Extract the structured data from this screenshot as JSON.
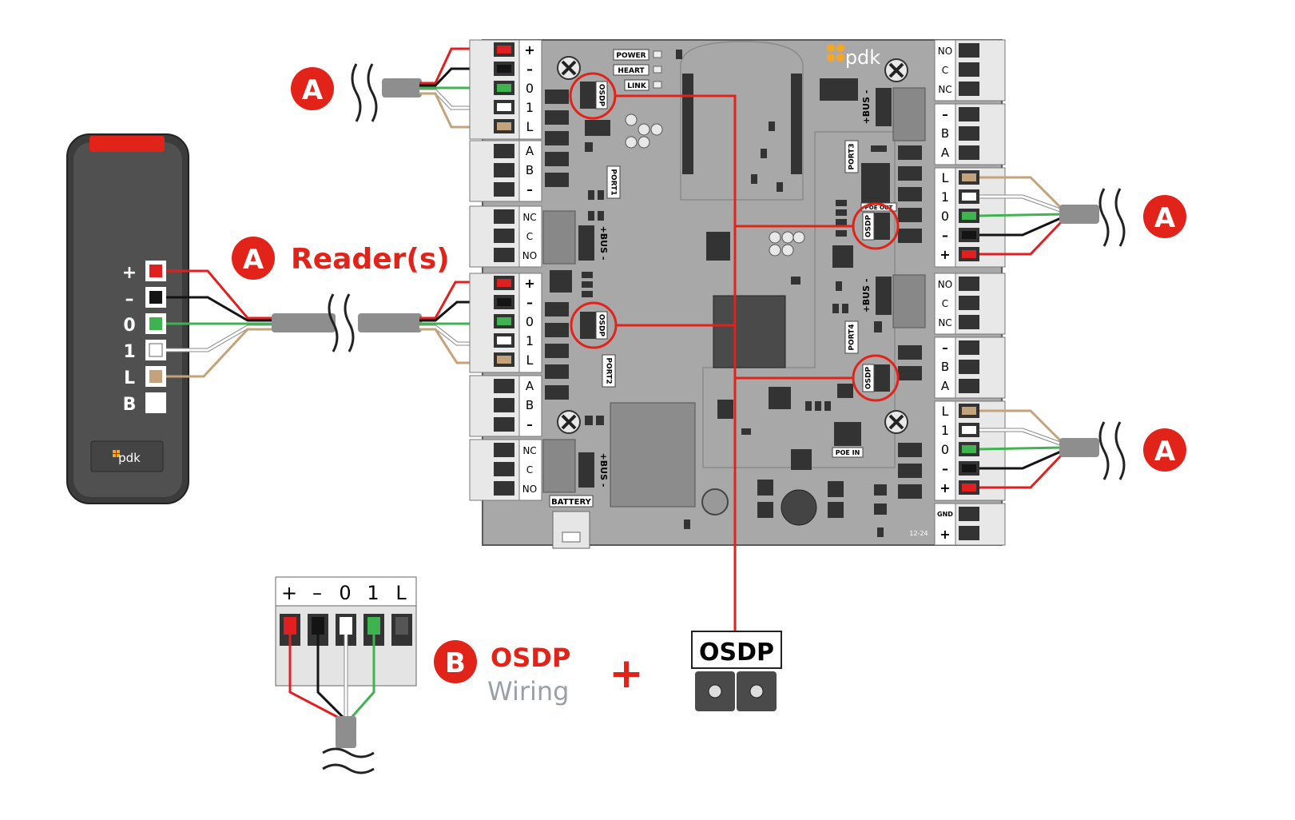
{
  "colors": {
    "wire_red": "#e02020",
    "wire_black": "#141414",
    "wire_green": "#3fb34f",
    "wire_white": "#ffffff",
    "wire_tan": "#c4a27c",
    "accent_red": "#e2231a",
    "board_grey": "#a8a8a8",
    "reader_body": "#4a4a4a",
    "pdk_orange": "#f5a623",
    "subtitle_grey": "#9aa0a8"
  },
  "callouts": {
    "a_letter": "A",
    "b_letter": "B",
    "readers_label": "Reader(s)",
    "osdp_title": "OSDP",
    "osdp_subtitle": "Wiring",
    "plus_sign": "+"
  },
  "reader": {
    "logo": "pdk",
    "pins": [
      "+",
      "–",
      "0",
      "1",
      "L",
      "B"
    ]
  },
  "board": {
    "logo": "pdk",
    "leds": [
      "POWER",
      "HEART",
      "LINK"
    ],
    "osdp_jumper_label": "OSDP",
    "port_labels": [
      "PORT1",
      "PORT2",
      "PORT3",
      "PORT4"
    ],
    "bus_label": "+BUS -",
    "poe_out_label": "POE OUT",
    "poe_in_label": "POE IN",
    "battery_label": "BATTERY",
    "revision": "12-24",
    "left_terminals": {
      "reader_pins": [
        "+",
        "–",
        "0",
        "1",
        "L"
      ],
      "ab_pins": [
        "A",
        "B",
        "–"
      ],
      "relay_pins": [
        "NC",
        "C",
        "NO"
      ]
    },
    "right_terminals": {
      "relay_pins": [
        "NC",
        "C",
        "NO"
      ],
      "ab_pins": [
        "–",
        "B",
        "A"
      ],
      "reader_pins": [
        "L",
        "1",
        "0",
        "–",
        "+"
      ],
      "power_pins": [
        "GND",
        "+"
      ]
    }
  },
  "connector_b": {
    "pins": [
      "+",
      "–",
      "0",
      "1",
      "L"
    ]
  },
  "osdp_jumper_detail": {
    "label": "OSDP"
  }
}
